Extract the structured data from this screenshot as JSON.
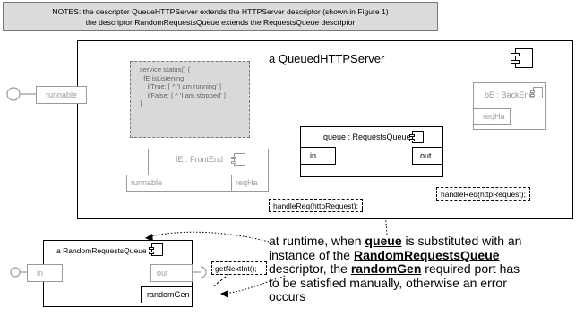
{
  "notes": {
    "line1": "NOTES: the descriptor QueueHTTPServer extends the HTTPServer descriptor (shown in Figure 1)",
    "line2": "the descriptor RandomRequestsQueue extends the RequestsQueue descriptor"
  },
  "outer": {
    "title": "a QueuedHTTPServer"
  },
  "ports": {
    "runnable_outer": "runnable",
    "runnable_inner": "runnable",
    "reqHa_fe": "reqHa",
    "reqHa_be": "reqHa",
    "in_queue": "in",
    "out_queue": "out",
    "in_random": "in",
    "out_random": "out",
    "randomGen": "randomGen"
  },
  "components": {
    "frontend": "fE : FrontEnd",
    "backend": "bE : BackEnd",
    "queue": "queue : RequestsQueue",
    "random": "a RandomRequestsQueue"
  },
  "code": [
    "service status() {",
    "  fE isListening",
    "    ifTrue: [ ^ 'I am running' ]",
    "    ifFalse: [ ^ 'I am stopped' ]",
    "}"
  ],
  "handlers": {
    "left": "handleReq(httpRequest);",
    "right": "handleReq(httpRequest);",
    "getNextInt": "getNextInt();"
  },
  "annotation": {
    "p1": "at runtime, when ",
    "queue": "queue",
    "p2": " is substituted with an",
    "p3": "instance of the ",
    "rrq": "RandomRequestsQueue",
    "p4": "descriptor, the ",
    "randomGen": "randomGen",
    "p5": " required port has",
    "p6": "to be satisfied manually, otherwise an error",
    "p7": "occurs"
  }
}
